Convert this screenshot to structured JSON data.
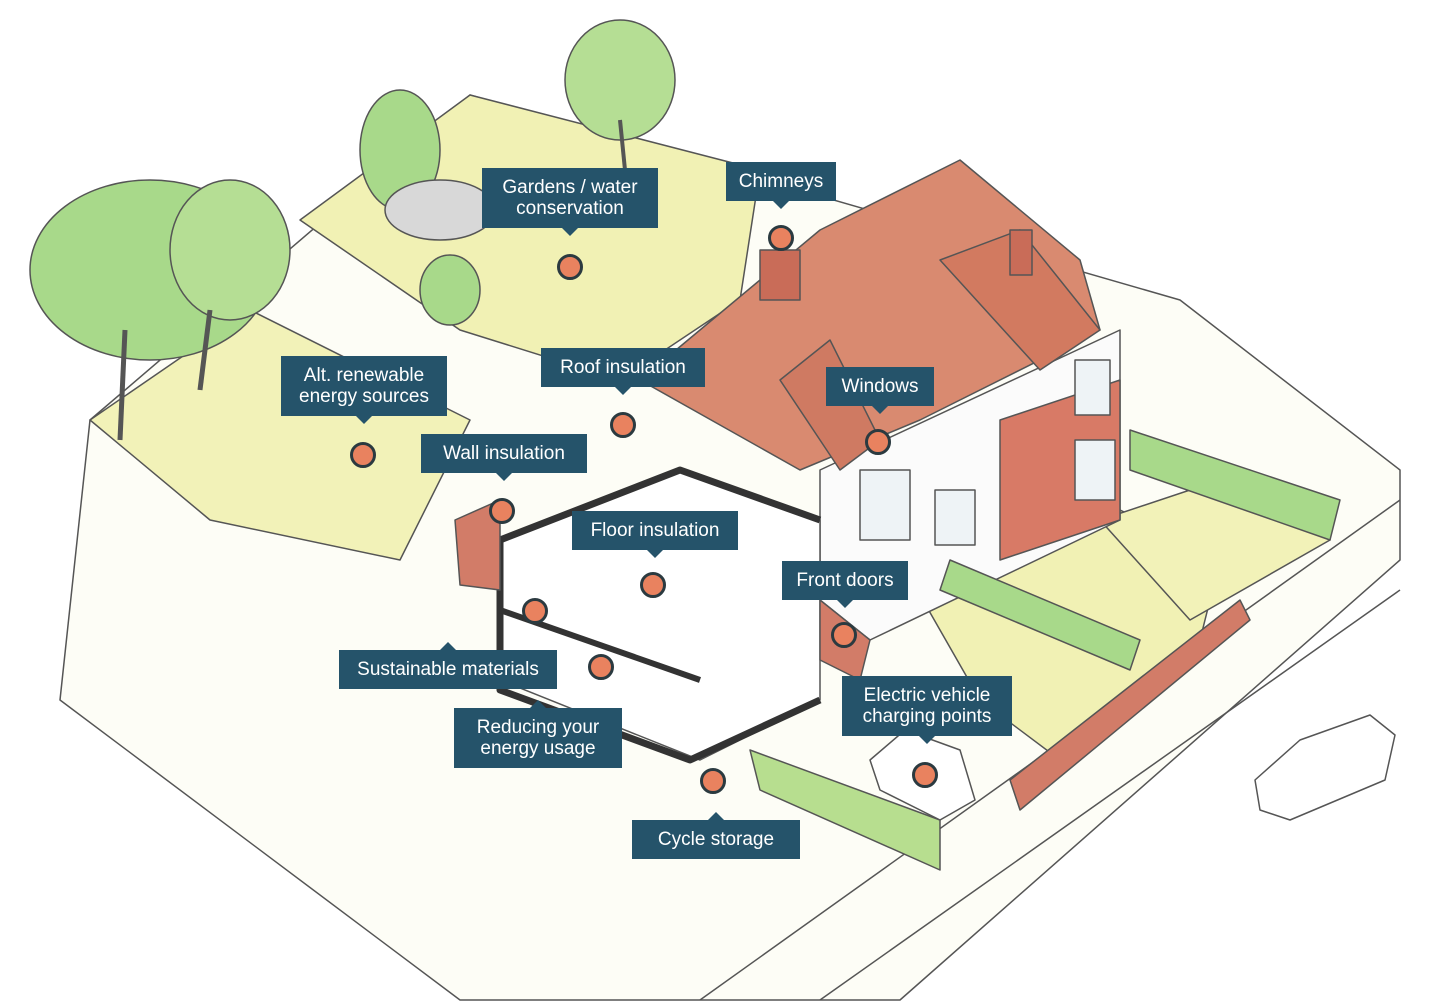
{
  "hotspots": [
    {
      "id": "gardens",
      "label": "Gardens / water\nconservation"
    },
    {
      "id": "chimneys",
      "label": "Chimneys"
    },
    {
      "id": "roof",
      "label": "Roof insulation"
    },
    {
      "id": "windows",
      "label": "Windows"
    },
    {
      "id": "renewables",
      "label": "Alt. renewable\nenergy sources"
    },
    {
      "id": "wall",
      "label": "Wall insulation"
    },
    {
      "id": "floor",
      "label": "Floor insulation"
    },
    {
      "id": "front-doors",
      "label": "Front doors"
    },
    {
      "id": "materials",
      "label": "Sustainable materials"
    },
    {
      "id": "energy-usage",
      "label": "Reducing your\nenergy usage"
    },
    {
      "id": "ev",
      "label": "Electric vehicle\ncharging points"
    },
    {
      "id": "cycle",
      "label": "Cycle storage"
    }
  ],
  "colors": {
    "label_bg": "#25536a",
    "label_text": "#ffffff",
    "hotspot_fill": "#e9825f",
    "hotspot_ring": "#2b3a40",
    "roof": "#d98a70",
    "lawn": "#f1f1b4",
    "tree": "#a8d98a",
    "brick": "#cf6f5c"
  }
}
